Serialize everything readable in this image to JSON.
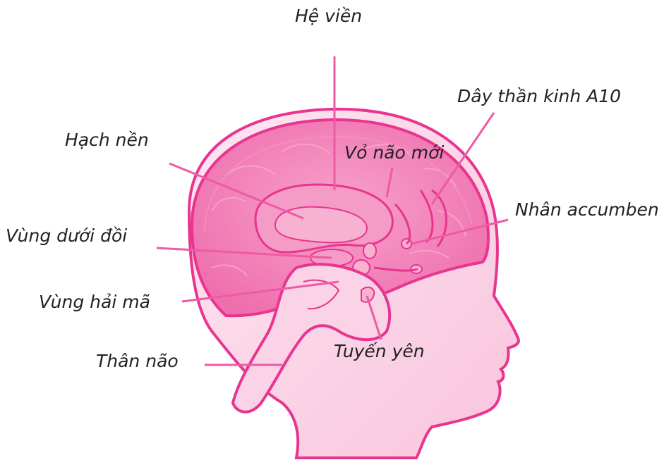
{
  "labels": {
    "he_vien": "Hệ viền",
    "day_than_kinh_a10": "Dây thần kinh A10",
    "hach_nen": "Hạch nền",
    "vo_nao_moi": "Vỏ não mới",
    "nhan_accumben": "Nhân accumben",
    "vung_duoi_doi": "Vùng dưới đồi",
    "vung_hai_ma": "Vùng hải mã",
    "tuyen_yen": "Tuyến yên",
    "than_nao": "Thân não"
  },
  "colors": {
    "outline": "#e8358f",
    "brain_fill": "#f27fb8",
    "face_fill": "#fbd3e6",
    "structure_fill": "#f59cc6",
    "leader_line": "#ee5aa5",
    "text": "#222222"
  }
}
